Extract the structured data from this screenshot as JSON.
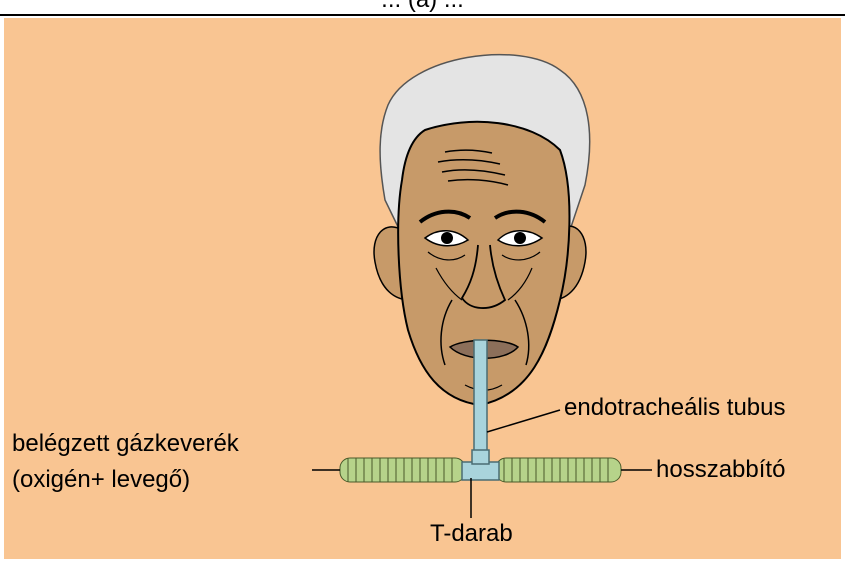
{
  "header_fragment": "... (a) ...",
  "colors": {
    "background": "#f9c592",
    "skin": "#c79a69",
    "hair": "#e6e6e6",
    "tube": "#a9d4dc",
    "hose": "#b6d38a",
    "line": "#000000"
  },
  "labels": {
    "inhaled_gas_line1": "belégzett gázkeverék",
    "inhaled_gas_line2": "(oxigén+ levegő)",
    "endotracheal_tube": "endotracheális tubus",
    "extension": "hosszabbító",
    "t_piece": "T-darab"
  }
}
